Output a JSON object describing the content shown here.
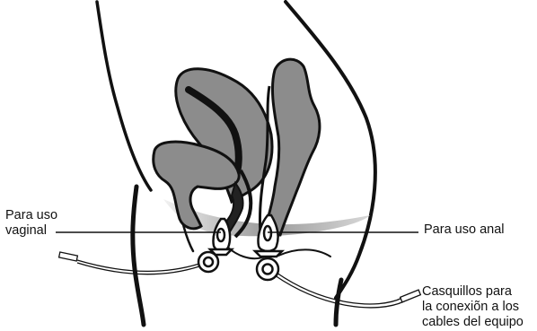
{
  "labels": {
    "vaginal": [
      "Para uso",
      "vaginal"
    ],
    "anal": "Para uso anal",
    "cable": [
      "Casquillos para",
      "la conexiõn a los",
      "cables del equipo"
    ]
  },
  "colors": {
    "organ_fill": "#8c8c8c",
    "outline": "#111111",
    "background": "#ffffff"
  }
}
